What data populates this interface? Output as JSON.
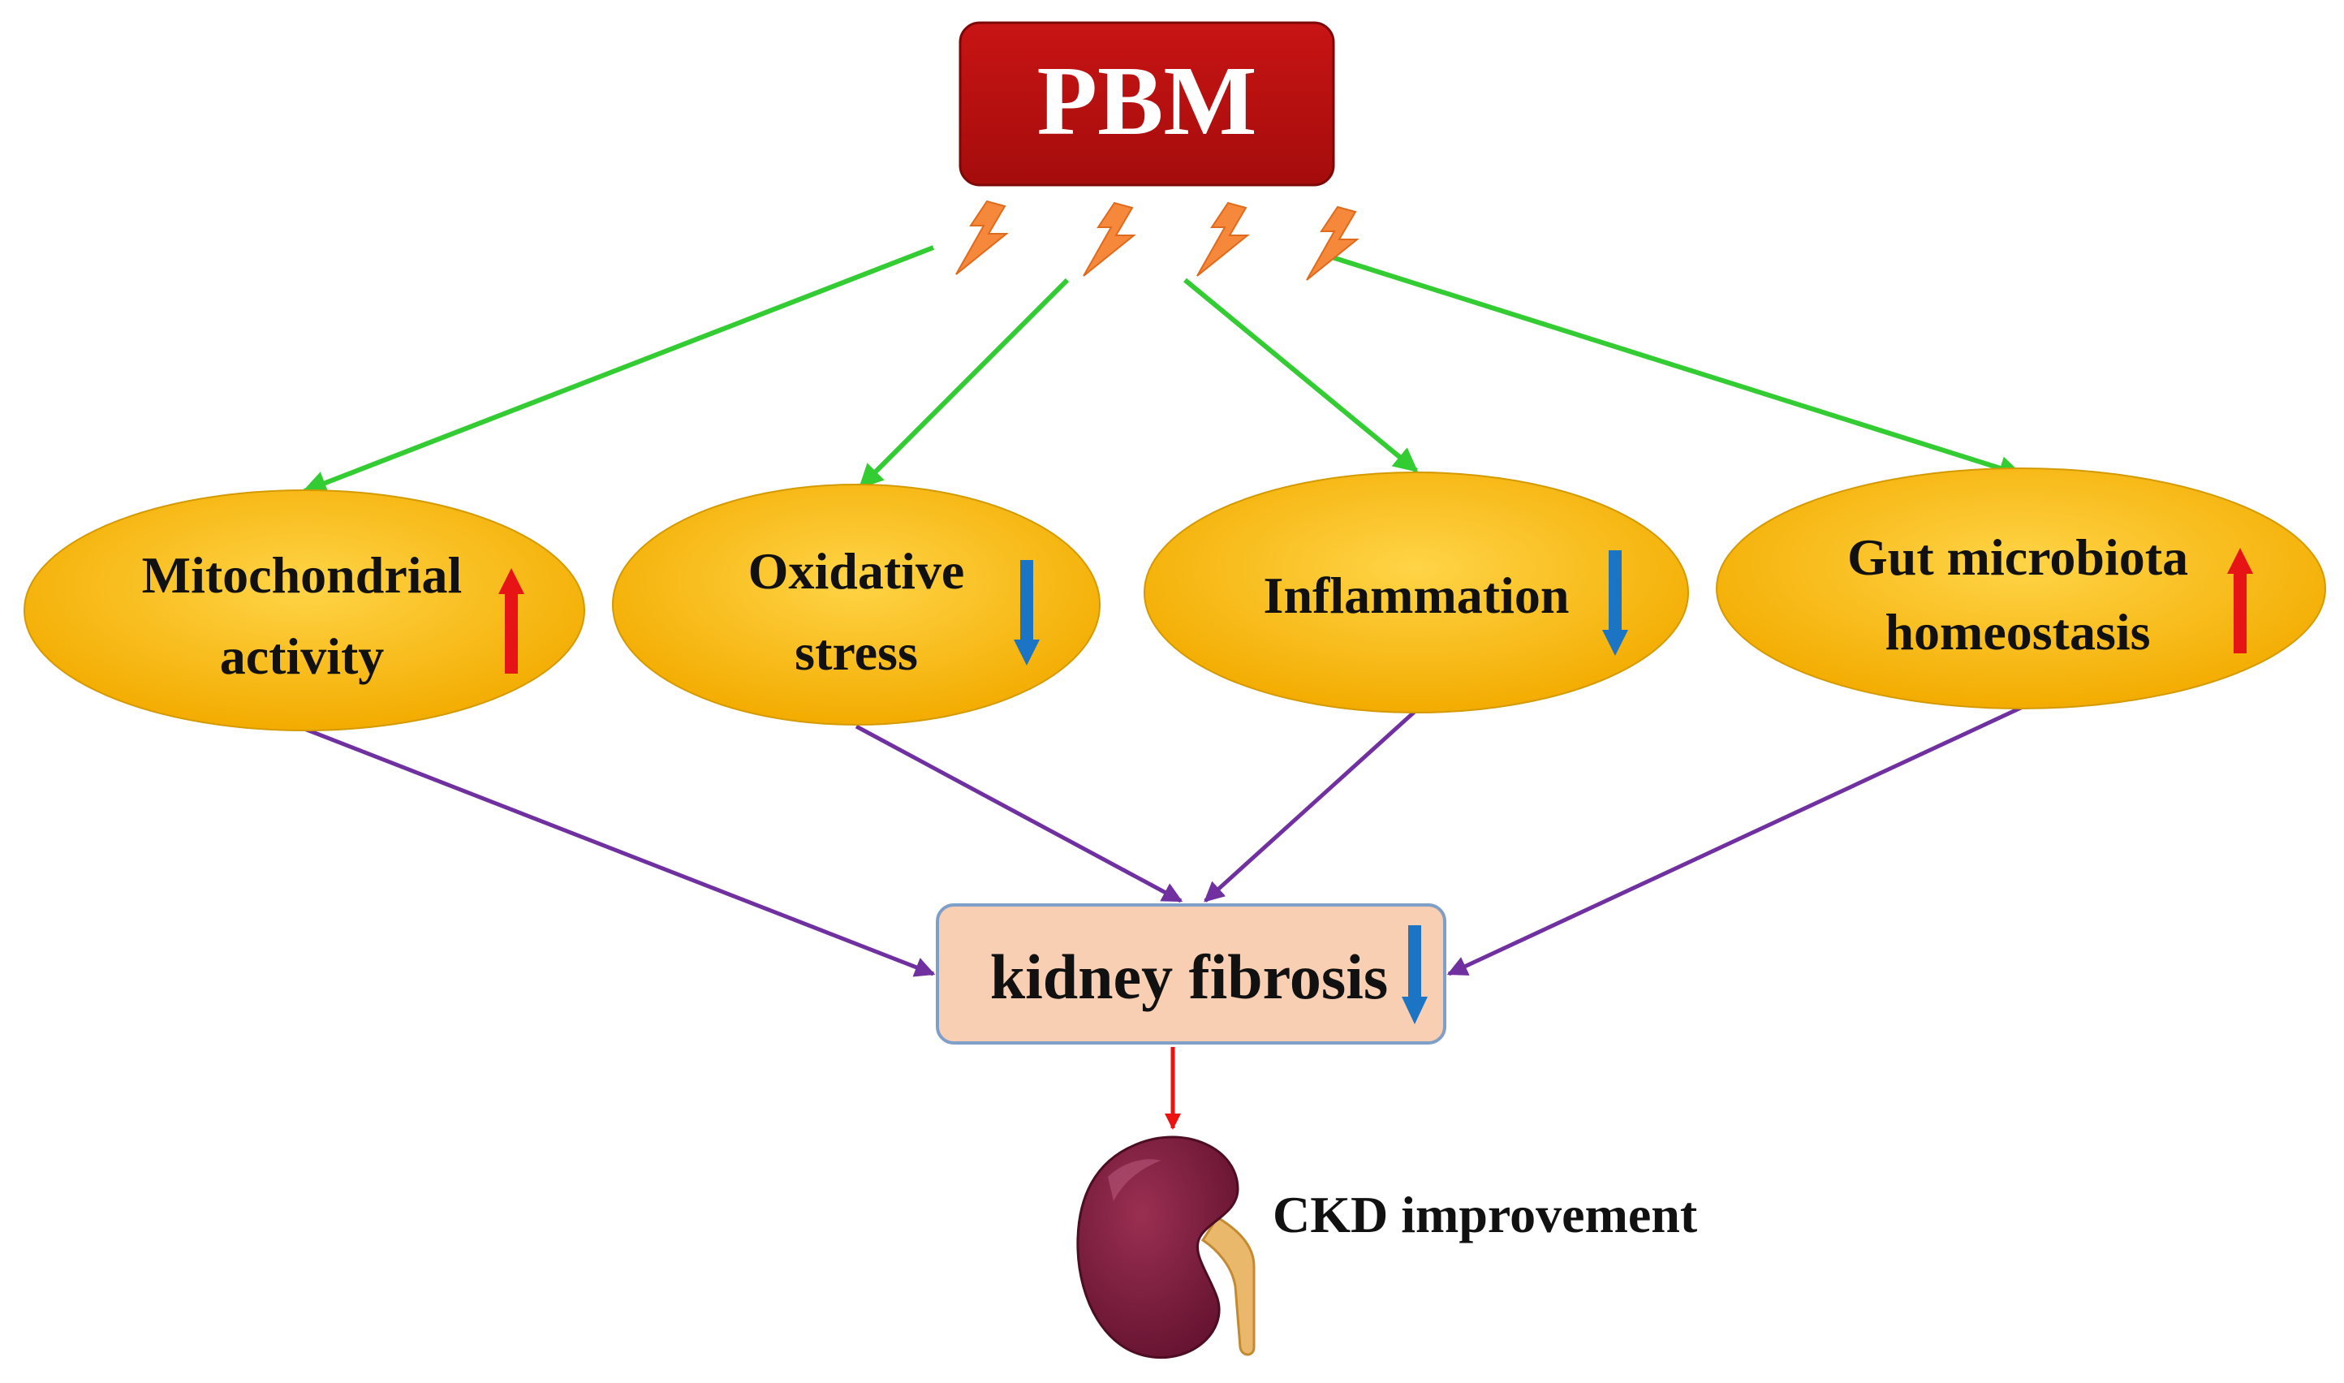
{
  "source": {
    "label": "PBM"
  },
  "effects": [
    {
      "line1": "Mitochondrial",
      "line2": "activity",
      "direction": "up"
    },
    {
      "line1": "Oxidative",
      "line2": "stress",
      "direction": "down"
    },
    {
      "line1": "Inflammation",
      "line2": "",
      "direction": "down"
    },
    {
      "line1": "Gut microbiota",
      "line2": "homeostasis",
      "direction": "up"
    }
  ],
  "target": {
    "label": "kidney fibrosis",
    "direction": "down"
  },
  "outcome": {
    "label": "CKD improvement",
    "icon": "kidney-icon"
  },
  "colors": {
    "source_fill": "#b80f0f",
    "ellipse_fill": "#fbbd05",
    "target_fill": "#f8cfb3",
    "green_arrow": "#33cc33",
    "purple_arrow": "#7030a0",
    "red_arrow": "#ee1111",
    "up_arrow": "#e61414",
    "down_arrow": "#1b75c4",
    "lightning": "#f5883a",
    "kidney": "#7a1a3a",
    "ureter": "#e9b86a"
  }
}
